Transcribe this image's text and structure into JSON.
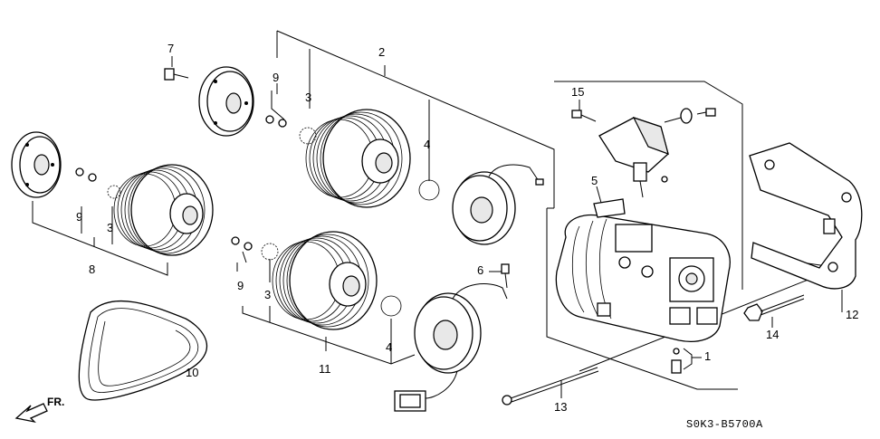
{
  "diagram_code": "S0K3-B5700A",
  "front_marker": "FR.",
  "callouts": {
    "c1": "1",
    "c2": "2",
    "c3a": "3",
    "c3b": "3",
    "c3c": "3",
    "c4a": "4",
    "c4b": "4",
    "c5": "5",
    "c6": "6",
    "c7": "7",
    "c8": "8",
    "c9a": "9",
    "c9b": "9",
    "c9c": "9",
    "c10": "10",
    "c11": "11",
    "c12": "12",
    "c13": "13",
    "c14": "14",
    "c15": "15"
  }
}
